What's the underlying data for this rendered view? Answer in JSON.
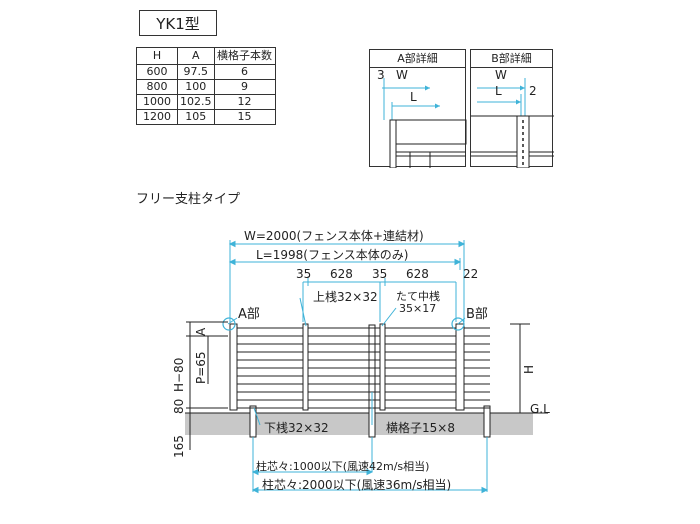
{
  "model_label": "YK1型",
  "spec_table": {
    "headers": [
      "H",
      "A",
      "横格子本数"
    ],
    "rows": [
      [
        "600",
        "97.5",
        "6"
      ],
      [
        "800",
        "100",
        "9"
      ],
      [
        "1000",
        "102.5",
        "12"
      ],
      [
        "1200",
        "105",
        "15"
      ]
    ]
  },
  "detail_a": {
    "title": "A部詳細",
    "dim_3": "3",
    "dim_w": "W",
    "dim_l": "L"
  },
  "detail_b": {
    "title": "B部詳細",
    "dim_w": "W",
    "dim_l": "L",
    "dim_2": "2"
  },
  "section_title": "フリー支柱タイプ",
  "dims": {
    "w_total": "W=2000(フェンス本体+連結材)",
    "l_total": "L=1998(フェンス本体のみ)",
    "d35a": "35",
    "d628a": "628",
    "d35b": "35",
    "d628b": "628",
    "d22": "22",
    "top_rail": "上桟32×32",
    "mid_post_line1": "たて中桟",
    "mid_post_line2": "35×17",
    "part_a": "A部",
    "part_b": "B部",
    "side_a": "A",
    "side_p": "P=65",
    "side_h80": "H−80",
    "side_80": "80",
    "side_165": "165",
    "right_h": "H",
    "gl": "G.L",
    "bottom_rail": "下桟32×32",
    "slat": "横格子15×8",
    "pitch_1": "柱芯々:1000以下(風速42m/s相当)",
    "pitch_2": "柱芯々:2000以下(風速36m/s相当)"
  },
  "colors": {
    "line": "#222222",
    "dim_accent": "#3fb3d8",
    "ground": "#c8c8c8"
  }
}
